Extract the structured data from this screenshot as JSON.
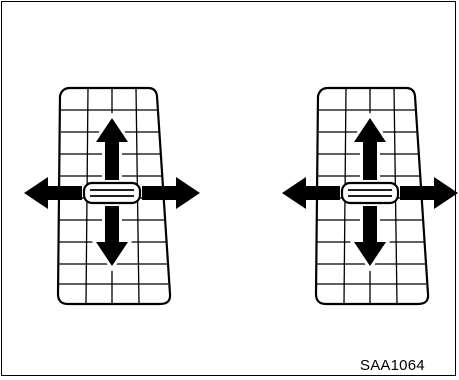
{
  "figure_code": "SAA1064",
  "vents": [
    {
      "name": "left-vent",
      "directions": [
        "up",
        "down",
        "left",
        "right"
      ]
    },
    {
      "name": "right-vent",
      "directions": [
        "up",
        "down",
        "left",
        "right"
      ]
    }
  ]
}
